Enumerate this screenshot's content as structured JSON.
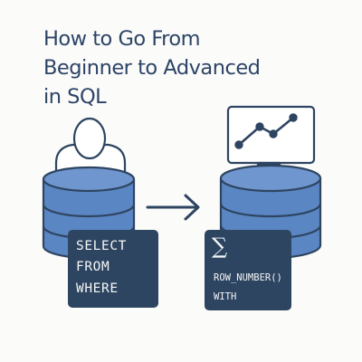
{
  "title": {
    "line1": "How to Go From",
    "line2": "Beginner to Advanced",
    "line3": "in SQL"
  },
  "beginner_code": {
    "lines": [
      "SELECT",
      "FROM",
      "WHERE"
    ]
  },
  "advanced_code": {
    "symbol": "∑",
    "lines": [
      "ROW_NUMBER()",
      "WITH"
    ]
  },
  "icons": {
    "person": "person-icon",
    "database": "database-icon",
    "arrow": "arrow-right-icon",
    "monitor": "monitor-line-chart-icon"
  },
  "colors": {
    "navy": "#2e4561",
    "db_blue": "#5b86c4",
    "db_shadow": "#4a70a8",
    "background": "#fbfbfa",
    "code_text": "#f4f6f8"
  }
}
